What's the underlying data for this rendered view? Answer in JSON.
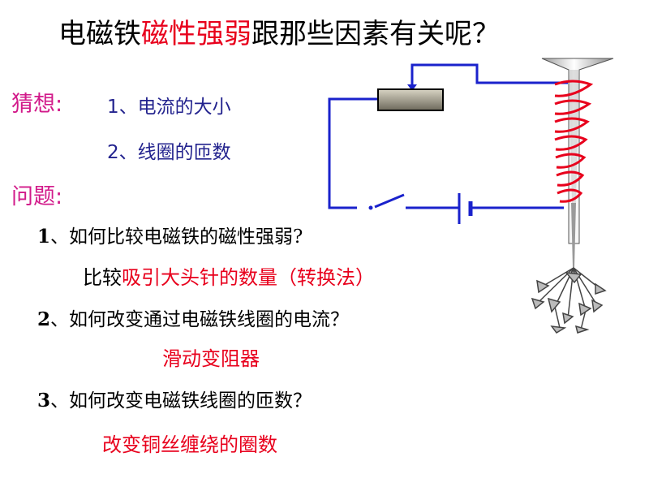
{
  "slide": {
    "title": {
      "part1": "电磁铁",
      "part2": "磁性强弱",
      "part3": "跟那些因素有关呢？"
    },
    "guess": {
      "heading": "猜想:",
      "items": [
        "1、电流的大小",
        "2、线圈的匝数"
      ]
    },
    "question": {
      "heading": "问题:",
      "items": [
        {
          "num": "1",
          "text": "、如何比较电磁铁的磁性强弱?",
          "answer_black": "比较",
          "answer_red": "吸引大头针的数量（转换法）"
        },
        {
          "num": "2",
          "text": "、如何改变通过电磁铁线圈的电流？",
          "answer_black": "",
          "answer_red": "滑动变阻器"
        },
        {
          "num": "3",
          "text": "、如何改变电磁铁线圈的匝数？",
          "answer_black": "",
          "answer_red": "改变铜丝缠绕的圈数"
        }
      ]
    }
  },
  "colors": {
    "title_highlight": "#e8001c",
    "heading": "#d21a8a",
    "guess_text": "#23238e",
    "wire": "#1a22cc",
    "coil": "#e8001c"
  }
}
